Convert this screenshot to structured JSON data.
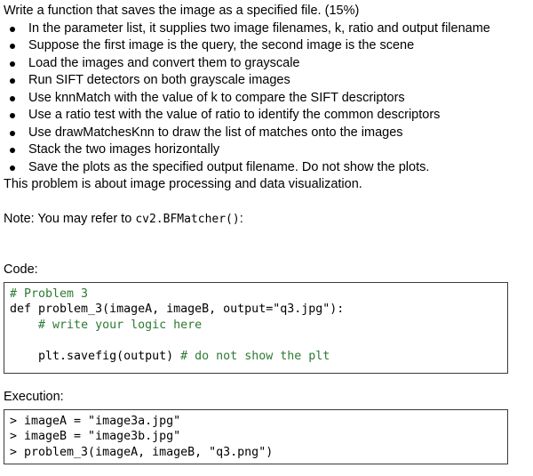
{
  "problem": {
    "title": "Write a function that saves the image as a specified file. (15%)",
    "bullets": [
      "In the parameter list, it supplies two image filenames, k, ratio and output filename",
      "Suppose the first image is the query, the second image is the scene",
      "Load the images and convert them to grayscale",
      "Run SIFT detectors on both grayscale images",
      "Use knnMatch with the value of k to compare the SIFT descriptors",
      "Use a ratio test with the value of ratio to identify the common descriptors",
      "Use drawMatchesKnn to draw the list of matches onto the images",
      "Stack the two images horizontally",
      "Save the plots as the specified output filename. Do not show the plots."
    ],
    "description": "This problem is about image processing and data visualization.",
    "note_prefix": "Note: You may refer to ",
    "note_code": "cv2.BFMatcher()",
    "note_suffix": ":"
  },
  "code": {
    "label": "Code:",
    "lines": [
      {
        "text": "# Problem 3",
        "comment": ""
      },
      {
        "text": "def problem_3(imageA, imageB, output=\"q3.jpg\"):",
        "comment": ""
      },
      {
        "text": "    ",
        "comment": "# write your logic here"
      },
      {
        "text": "",
        "comment": ""
      },
      {
        "text": "    plt.savefig(output) ",
        "comment": "# do not show the plt"
      }
    ]
  },
  "execution": {
    "label": "Execution:",
    "lines": [
      "> imageA = \"image3a.jpg\"",
      "> imageB = \"image3b.jpg\"",
      "> problem_3(imageA, imageB, \"q3.png\")"
    ]
  }
}
